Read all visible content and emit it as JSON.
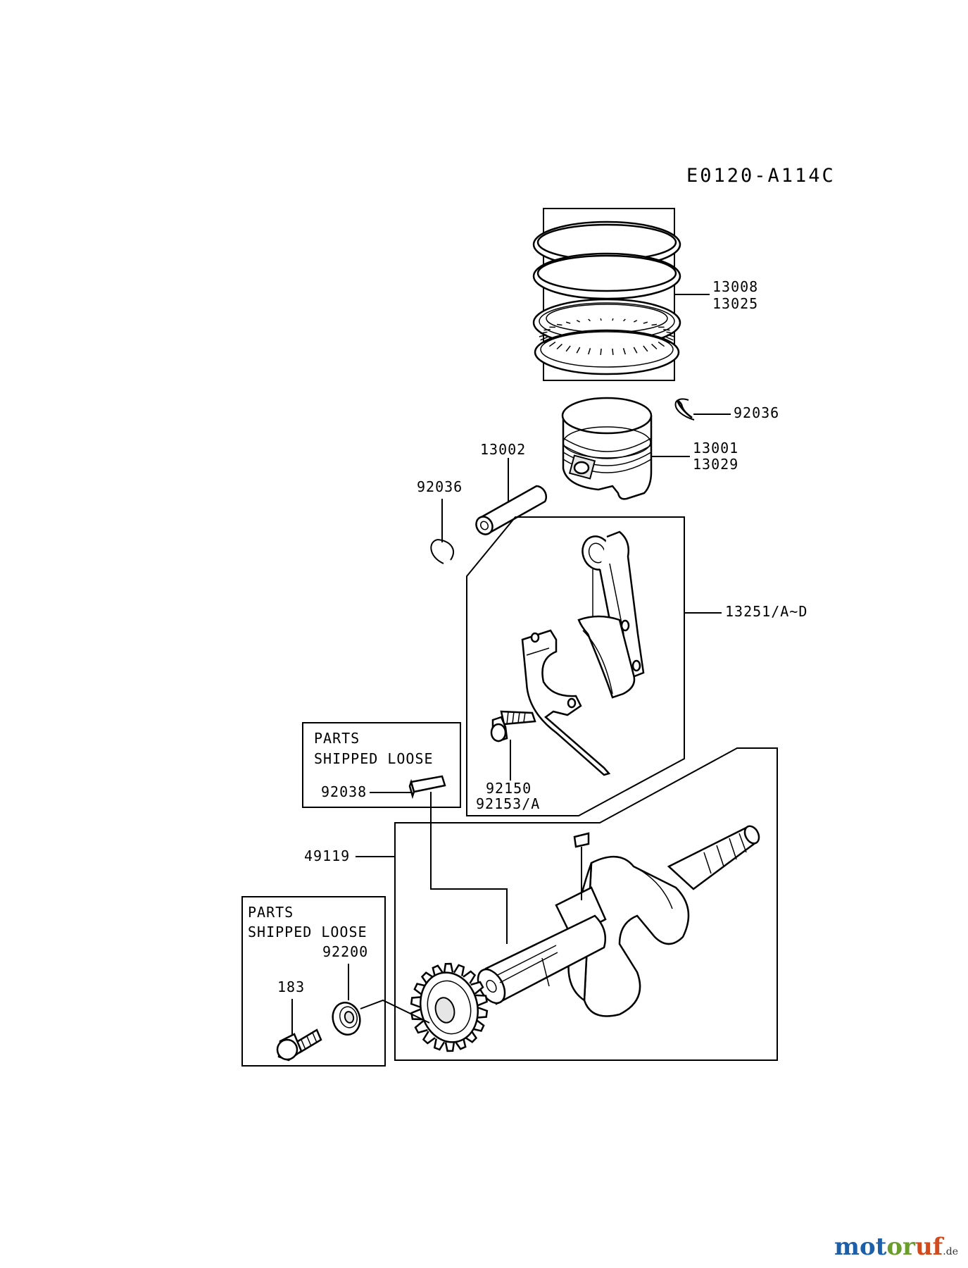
{
  "diagram_code": "E0120-A114C",
  "labels": {
    "piston_rings": [
      "13008",
      "13025"
    ],
    "circlip_right": "92036",
    "piston_pin": "13002",
    "piston": [
      "13001",
      "13029"
    ],
    "circlip_left": "92036",
    "connecting_rod": "13251/A~D",
    "rod_bolt": [
      "92150",
      "92153/A"
    ],
    "crankshaft": "49119",
    "key": "92038",
    "washer": "92200",
    "bolt": "183"
  },
  "loose_box_1": {
    "line1": "PARTS",
    "line2": "SHIPPED LOOSE"
  },
  "loose_box_2": {
    "line1": "PARTS",
    "line2": "SHIPPED LOOSE"
  },
  "watermark": {
    "part1": "mot",
    "part2": "or",
    "part3": "uf",
    "tld": ".de"
  },
  "colors": {
    "line": "#000000",
    "background": "#ffffff",
    "watermark_blue": "#1d5fa8",
    "watermark_green": "#6a9d2b",
    "watermark_red": "#d24b1e"
  }
}
